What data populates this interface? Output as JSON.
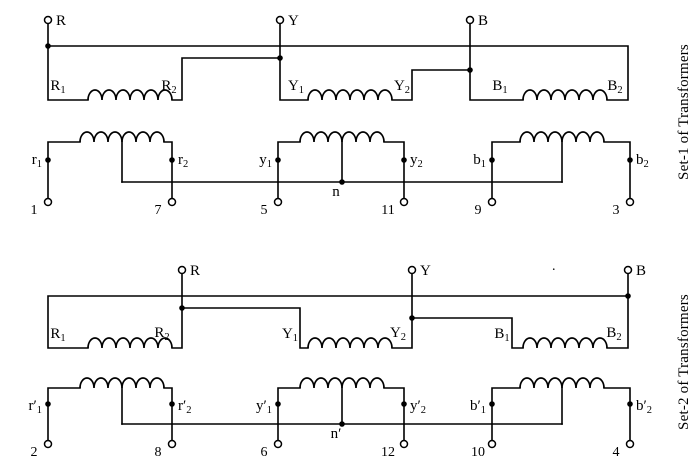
{
  "colors": {
    "ink": "#000000",
    "background": "#ffffff"
  },
  "set1": {
    "title": "Set-1 of Transformers",
    "supply": {
      "r": "R",
      "y": "Y",
      "b": "B"
    },
    "primary": [
      {
        "l": "R",
        "ls": "1",
        "r": "R",
        "rs": "2"
      },
      {
        "l": "Y",
        "ls": "1",
        "r": "Y",
        "rs": "2"
      },
      {
        "l": "B",
        "ls": "1",
        "r": "B",
        "rs": "2"
      }
    ],
    "secondary": [
      {
        "l": "r",
        "ls": "1",
        "r": "r",
        "rs": "2"
      },
      {
        "l": "y",
        "ls": "1",
        "r": "y",
        "rs": "2"
      },
      {
        "l": "b",
        "ls": "1",
        "r": "b",
        "rs": "2"
      }
    ],
    "neutral": "n",
    "terminals": [
      "1",
      "7",
      "5",
      "11",
      "9",
      "3"
    ]
  },
  "set2": {
    "title": "Set-2 of Transformers",
    "supply": {
      "r": "R",
      "y": "Y",
      "b": "B"
    },
    "primary": [
      {
        "l": "R",
        "ls": "1",
        "r": "R",
        "rs": "2"
      },
      {
        "l": "Y",
        "ls": "1",
        "r": "Y",
        "rs": "2"
      },
      {
        "l": "B",
        "ls": "1",
        "r": "B",
        "rs": "2"
      }
    ],
    "secondary": [
      {
        "l": "r′",
        "ls": "1",
        "r": "r′",
        "rs": "2"
      },
      {
        "l": "y′",
        "ls": "1",
        "r": "y′",
        "rs": "2"
      },
      {
        "l": "b′",
        "ls": "1",
        "r": "b′",
        "rs": "2"
      }
    ],
    "neutral": "n′",
    "stray_mark": ".",
    "terminals": [
      "2",
      "8",
      "6",
      "12",
      "10",
      "4"
    ]
  }
}
